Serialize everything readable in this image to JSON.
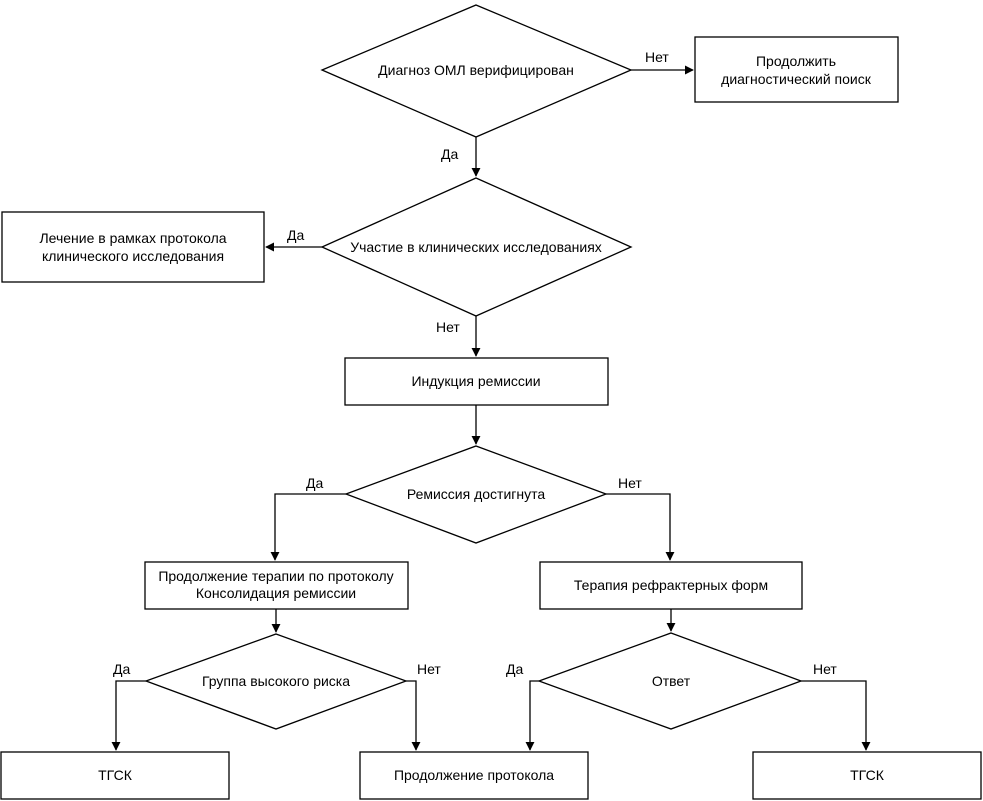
{
  "flowchart": {
    "decisions": {
      "diagnosis": "Диагноз ОМЛ верифицирован",
      "trial": "Участие в клинических исследованиях",
      "remission": "Ремиссия достигнута",
      "risk": "Группа высокого риска",
      "response": "Ответ"
    },
    "processes": {
      "continue_search_line1": "Продолжить",
      "continue_search_line2": "диагностический поиск",
      "trial_treatment_line1": "Лечение в рамках протокола",
      "trial_treatment_line2": "клинического исследования",
      "induction": "Индукция ремиссии",
      "consolidation_line1": "Продолжение терапии по протоколу",
      "consolidation_line2": "Консолидация ремиссии",
      "refractory": "Терапия рефрактерных форм",
      "hsct_left": "ТГСК",
      "continue_protocol": "Продолжение протокола",
      "hsct_right": "ТГСК"
    },
    "edge_labels": {
      "diagnosis_no": "Нет",
      "diagnosis_yes": "Да",
      "trial_yes": "Да",
      "trial_no": "Нет",
      "remission_yes": "Да",
      "remission_no": "Нет",
      "risk_yes": "Да",
      "risk_no": "Нет",
      "response_yes": "Да",
      "response_no": "Нет"
    }
  }
}
